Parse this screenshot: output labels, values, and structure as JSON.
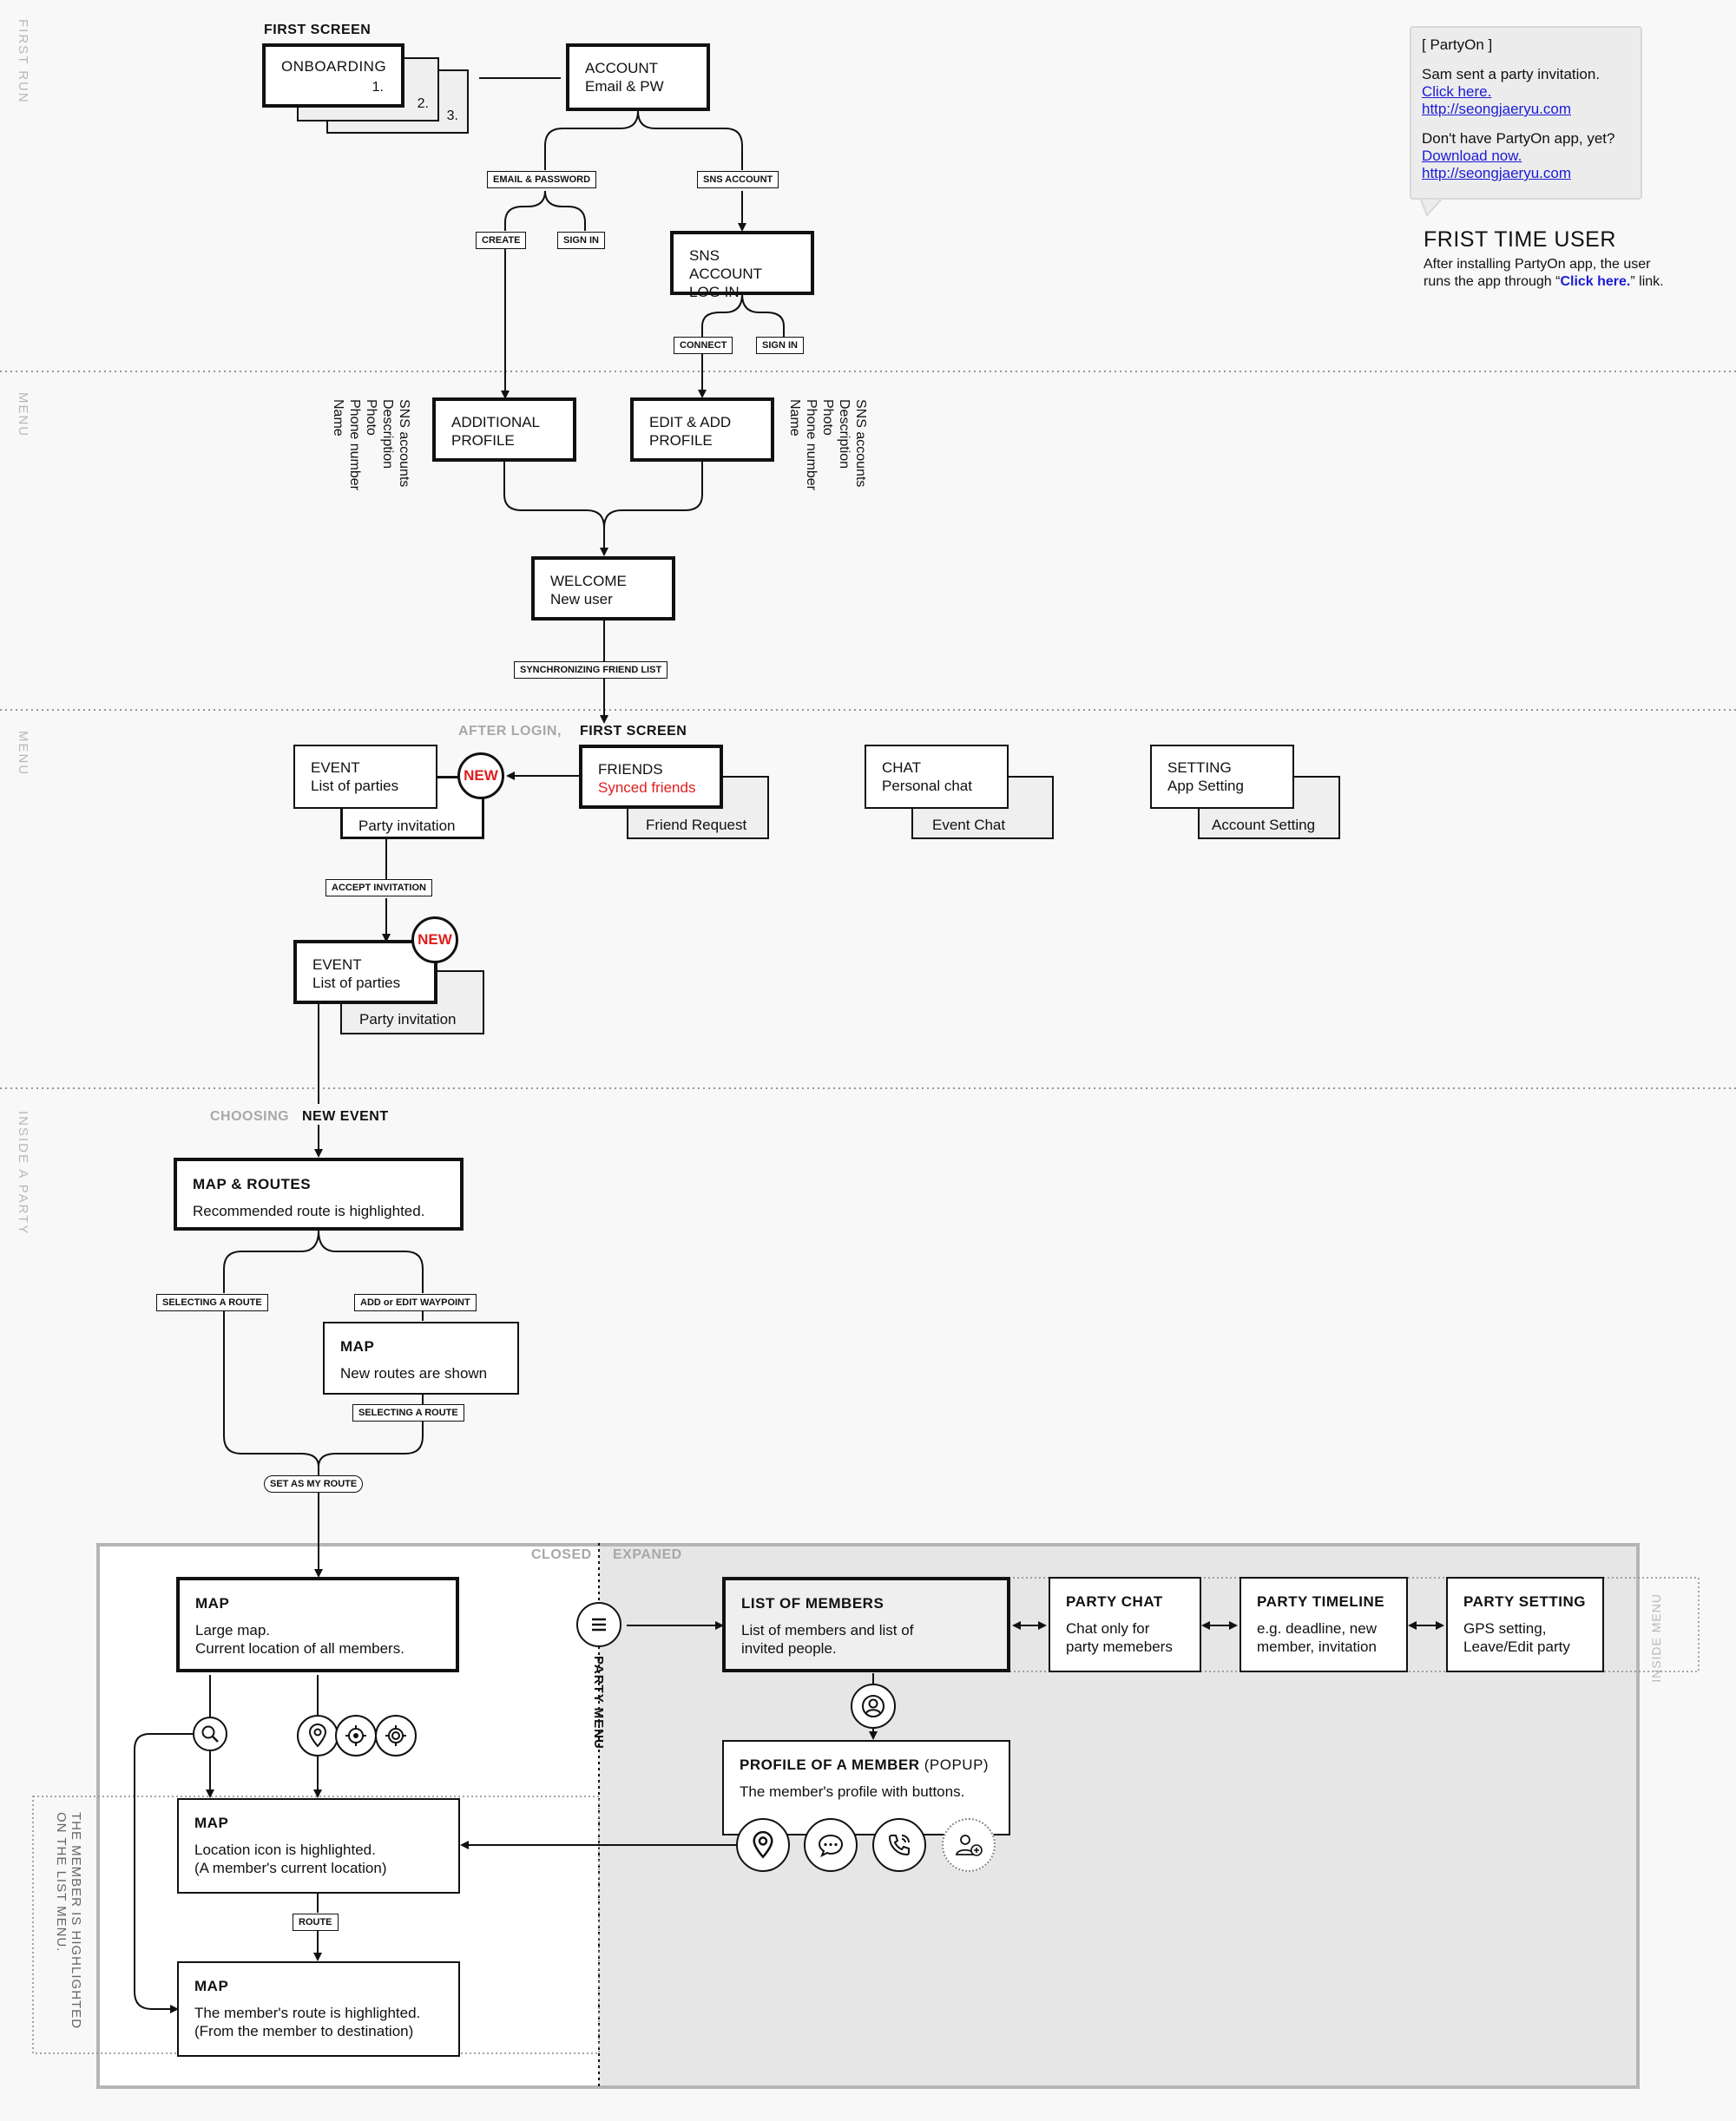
{
  "bands": {
    "first_run": "FIRST RUN",
    "menu1": "MENU",
    "menu2": "MENU",
    "inside_party": "INSIDE A PARTY",
    "inside_menu": "INSIDE MENU",
    "member_highlight": "THE MEMBER IS HIGHLIGHTED ON THE LIST MENU."
  },
  "first_run": {
    "first_screen_heading": "FIRST SCREEN",
    "onboarding": {
      "title": "ONBOARDING",
      "page1": "1.",
      "page2": "2.",
      "page3": "3."
    },
    "account": {
      "title": "ACCOUNT",
      "sub": "Email & PW"
    },
    "label_email_password": "EMAIL & PASSWORD",
    "label_sns_account": "SNS ACCOUNT",
    "label_create": "CREATE",
    "label_sign_in_1": "SIGN IN",
    "sns_login": {
      "title": "SNS ACCOUNT",
      "title2": "LOG IN"
    },
    "label_connect": "CONNECT",
    "label_sign_in_2": "SIGN IN"
  },
  "notification": {
    "app": "[ PartyOn ]",
    "line1": "Sam sent a party invitation.",
    "link1": "Click here.",
    "url1": "http://seongjaeryu.com",
    "line2": "Don't have PartyOn app, yet?",
    "link2": "Download now.",
    "url2": "http://seongjaeryu.com",
    "heading": "FRIST TIME USER",
    "desc1": "After installing PartyOn app, the user",
    "desc2_pre": "runs the app through “",
    "desc2_link": "Click here.",
    "desc2_post": "” link."
  },
  "menu_profile": {
    "additional": {
      "title": "ADDITIONAL",
      "title2": "PROFILE"
    },
    "edit_add": {
      "title": "EDIT & ADD",
      "title2": "PROFILE"
    },
    "fields_left": [
      "Name",
      "Phone number",
      "Photo",
      "Description",
      "SNS accounts"
    ],
    "fields_right": [
      "Name",
      "Phone number",
      "Photo",
      "Description",
      "SNS accounts"
    ],
    "welcome": {
      "title": "WELCOME",
      "sub": "New user"
    },
    "label_sync": "SYNCHRONIZING FRIEND LIST"
  },
  "menu_main": {
    "after_login": "AFTER LOGIN,",
    "first_screen": "FIRST SCREEN",
    "event": {
      "title": "EVENT",
      "sub": "List of parties",
      "tab": "Party invitation"
    },
    "new_badge": "NEW",
    "friends": {
      "title": "FRIENDS",
      "sub": "Synced friends",
      "tab": "Friend Request"
    },
    "chat": {
      "title": "CHAT",
      "sub": "Personal chat",
      "tab": "Event Chat"
    },
    "setting": {
      "title": "SETTING",
      "sub": "App Setting",
      "tab": "Account Setting"
    },
    "label_accept": "ACCEPT INVITATION",
    "event2": {
      "title": "EVENT",
      "sub": "List of parties",
      "tab": "Party invitation"
    },
    "new_badge2": "NEW"
  },
  "party": {
    "choosing": "CHOOSING",
    "new_event": "NEW EVENT",
    "map_routes": {
      "title": "MAP & ROUTES",
      "sub": "Recommended route is highlighted."
    },
    "label_selecting_route": "SELECTING A ROUTE",
    "label_add_waypoint": "ADD or EDIT WAYPOINT",
    "map_new_routes": {
      "title": "MAP",
      "sub": "New routes are shown"
    },
    "label_selecting_route2": "SELECTING A ROUTE",
    "label_set_route": "SET AS MY ROUTE",
    "closed": "CLOSED",
    "expaned": "EXPANED",
    "map_large": {
      "title": "MAP",
      "sub1": "Large map.",
      "sub2": "Current location of all members."
    },
    "party_menu": "PARTY MENU",
    "list_members": {
      "title": "LIST OF MEMBERS",
      "sub1": "List of members and list of",
      "sub2": "invited people."
    },
    "party_chat": {
      "title": "PARTY CHAT",
      "sub1": "Chat only for",
      "sub2": "party memebers"
    },
    "party_timeline": {
      "title": "PARTY TIMELINE",
      "sub1": "e.g. deadline, new",
      "sub2": "member, invitation"
    },
    "party_setting": {
      "title": "PARTY SETTING",
      "sub1": "GPS setting,",
      "sub2": "Leave/Edit party"
    },
    "profile_popup": {
      "title": "PROFILE OF A MEMBER",
      "title_suffix": "(POPUP)",
      "sub": "The member's profile with buttons."
    },
    "map_location": {
      "title": "MAP",
      "sub1": "Location icon is highlighted.",
      "sub2": "(A member's current location)"
    },
    "label_route": "ROUTE",
    "map_member_route": {
      "title": "MAP",
      "sub1": "The member's route is highlighted.",
      "sub2": "(From the member to destination)"
    }
  },
  "colors": {
    "accent_red": "#e11d1d",
    "link_blue": "#1b1bd6",
    "panel_grey": "#e6e6e6"
  }
}
